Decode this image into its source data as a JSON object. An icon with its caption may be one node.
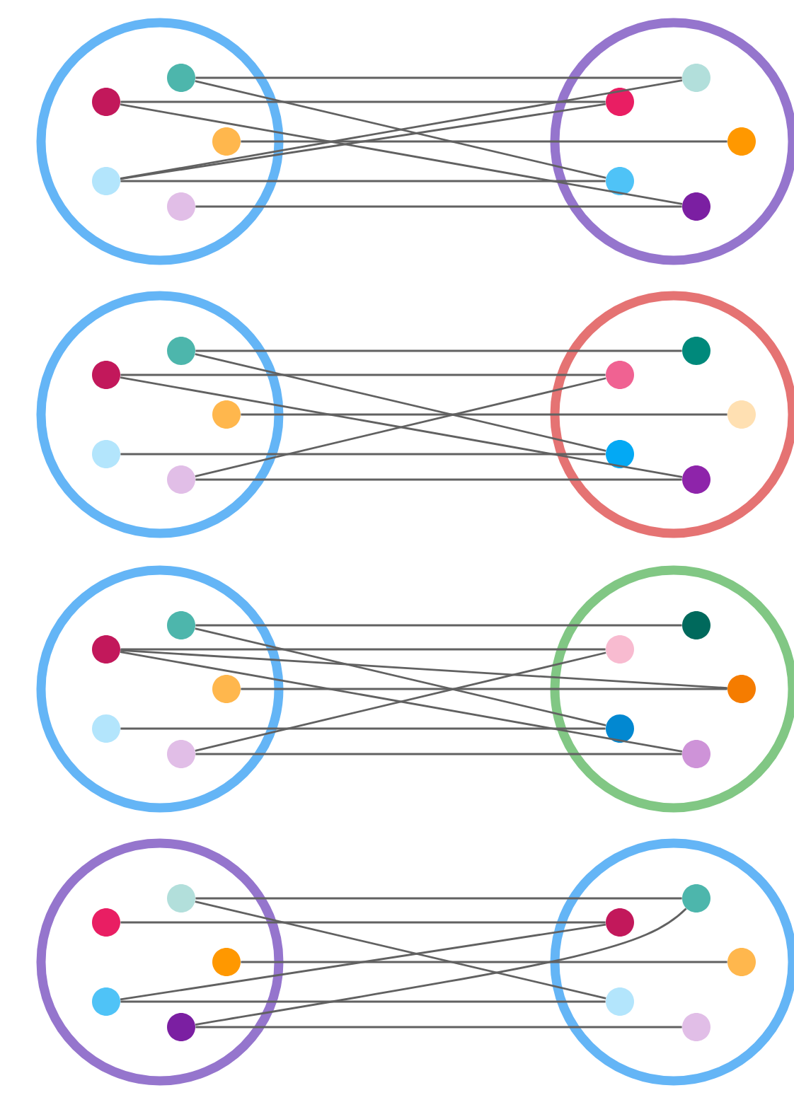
{
  "diagram": {
    "nodes": [
      {
        "text": [],
        "shape": "circle"
      },
      {
        "text": [],
        "shape": "circle",
        "in": 0
      },
      {
        "text": [],
        "shape": "circle",
        "in": 0
      },
      {
        "text": [],
        "shape": "circle",
        "in": 0
      },
      {
        "text": [],
        "shape": "circle",
        "in": 0
      },
      {
        "text": [],
        "shape": "circle",
        "in": 0
      },
      {
        "text": [],
        "shape": "circle"
      },
      {
        "text": [],
        "shape": "circle",
        "in": 6
      },
      {
        "text": [],
        "shape": "circle",
        "in": 6
      },
      {
        "text": [],
        "shape": "circle",
        "in": 6
      },
      {
        "text": [],
        "shape": "circle",
        "in": 6
      },
      {
        "text": [],
        "shape": "circle",
        "in": 6
      },
      {
        "text": [],
        "shape": "circle"
      },
      {
        "text": [],
        "shape": "circle",
        "in": 12
      },
      {
        "text": [],
        "shape": "circle",
        "in": 12
      },
      {
        "text": [],
        "shape": "circle",
        "in": 12
      },
      {
        "text": [],
        "shape": "circle",
        "in": 12
      },
      {
        "text": [],
        "shape": "circle",
        "in": 12
      },
      {
        "text": [],
        "shape": "circle"
      },
      {
        "text": [],
        "shape": "circle",
        "in": 18
      },
      {
        "text": [],
        "shape": "circle",
        "in": 18
      },
      {
        "text": [],
        "shape": "circle",
        "in": 18
      },
      {
        "text": [],
        "shape": "circle",
        "in": 18
      },
      {
        "text": [],
        "shape": "circle",
        "in": 18
      },
      {
        "text": [],
        "shape": "circle"
      },
      {
        "text": [],
        "shape": "circle",
        "in": 24
      },
      {
        "text": [],
        "shape": "circle",
        "in": 24
      },
      {
        "text": [],
        "shape": "circle",
        "in": 24
      },
      {
        "text": [],
        "shape": "circle",
        "in": 24
      },
      {
        "text": [],
        "shape": "circle",
        "in": 24
      },
      {
        "text": [],
        "shape": "circle"
      },
      {
        "text": [],
        "shape": "circle",
        "in": 30
      },
      {
        "text": [],
        "shape": "circle",
        "in": 30
      },
      {
        "text": [],
        "shape": "circle",
        "in": 30
      },
      {
        "text": [],
        "shape": "circle",
        "in": 30
      },
      {
        "text": [],
        "shape": "circle",
        "in": 30
      },
      {
        "text": [],
        "shape": "circle"
      },
      {
        "text": [],
        "shape": "circle",
        "in": 36
      },
      {
        "text": [],
        "shape": "circle",
        "in": 36
      },
      {
        "text": [],
        "shape": "circle",
        "in": 36
      },
      {
        "text": [],
        "shape": "circle",
        "in": 36
      },
      {
        "text": [],
        "shape": "circle",
        "in": 36
      },
      {
        "text": [],
        "shape": "circle"
      },
      {
        "text": [],
        "shape": "circle",
        "in": 42
      },
      {
        "text": [],
        "shape": "circle",
        "in": 42
      },
      {
        "text": [],
        "shape": "circle",
        "in": 42
      },
      {
        "text": [],
        "shape": "circle",
        "in": 42
      },
      {
        "text": [],
        "shape": "circle",
        "in": 42
      }
    ],
    "edges": [
      {
        "from": 1,
        "to": 7,
        "arrow": "none"
      },
      {
        "from": 1,
        "to": 10,
        "arrow": "none"
      },
      {
        "from": 2,
        "to": 8,
        "arrow": "none"
      },
      {
        "from": 2,
        "to": 11,
        "arrow": "none"
      },
      {
        "from": 3,
        "to": 9,
        "arrow": "none"
      },
      {
        "from": 4,
        "to": 7,
        "arrow": "none"
      },
      {
        "from": 4,
        "to": 8,
        "arrow": "none"
      },
      {
        "from": 4,
        "to": 10,
        "arrow": "none"
      },
      {
        "from": 5,
        "to": 11,
        "arrow": "none"
      },
      {
        "from": 13,
        "to": 19,
        "arrow": "none"
      },
      {
        "from": 13,
        "to": 22,
        "arrow": "none"
      },
      {
        "from": 14,
        "to": 20,
        "arrow": "none"
      },
      {
        "from": 14,
        "to": 23,
        "arrow": "none"
      },
      {
        "from": 15,
        "to": 21,
        "arrow": "none"
      },
      {
        "from": 16,
        "to": 22,
        "arrow": "none"
      },
      {
        "from": 17,
        "to": 20,
        "arrow": "none"
      },
      {
        "from": 17,
        "to": 23,
        "arrow": "none"
      },
      {
        "from": 25,
        "to": 31,
        "arrow": "none"
      },
      {
        "from": 25,
        "to": 34,
        "arrow": "none"
      },
      {
        "from": 26,
        "to": 32,
        "arrow": "none"
      },
      {
        "from": 26,
        "to": 33,
        "arrow": "none"
      },
      {
        "from": 26,
        "to": 35,
        "arrow": "none"
      },
      {
        "from": 27,
        "to": 33,
        "arrow": "none"
      },
      {
        "from": 28,
        "to": 34,
        "arrow": "none"
      },
      {
        "from": 29,
        "to": 32,
        "arrow": "none"
      },
      {
        "from": 29,
        "to": 35,
        "arrow": "none"
      },
      {
        "from": 37,
        "to": 43,
        "arrow": "none"
      },
      {
        "from": 37,
        "to": 46,
        "arrow": "none"
      },
      {
        "from": 38,
        "to": 44,
        "arrow": "none"
      },
      {
        "from": 39,
        "to": 45,
        "arrow": "none"
      },
      {
        "from": 40,
        "to": 44,
        "arrow": "none"
      },
      {
        "from": 40,
        "to": 46,
        "arrow": "none"
      },
      {
        "from": 41,
        "to": 43,
        "arrow": "none"
      },
      {
        "from": 41,
        "to": 47,
        "arrow": "none"
      }
    ]
  }
}
